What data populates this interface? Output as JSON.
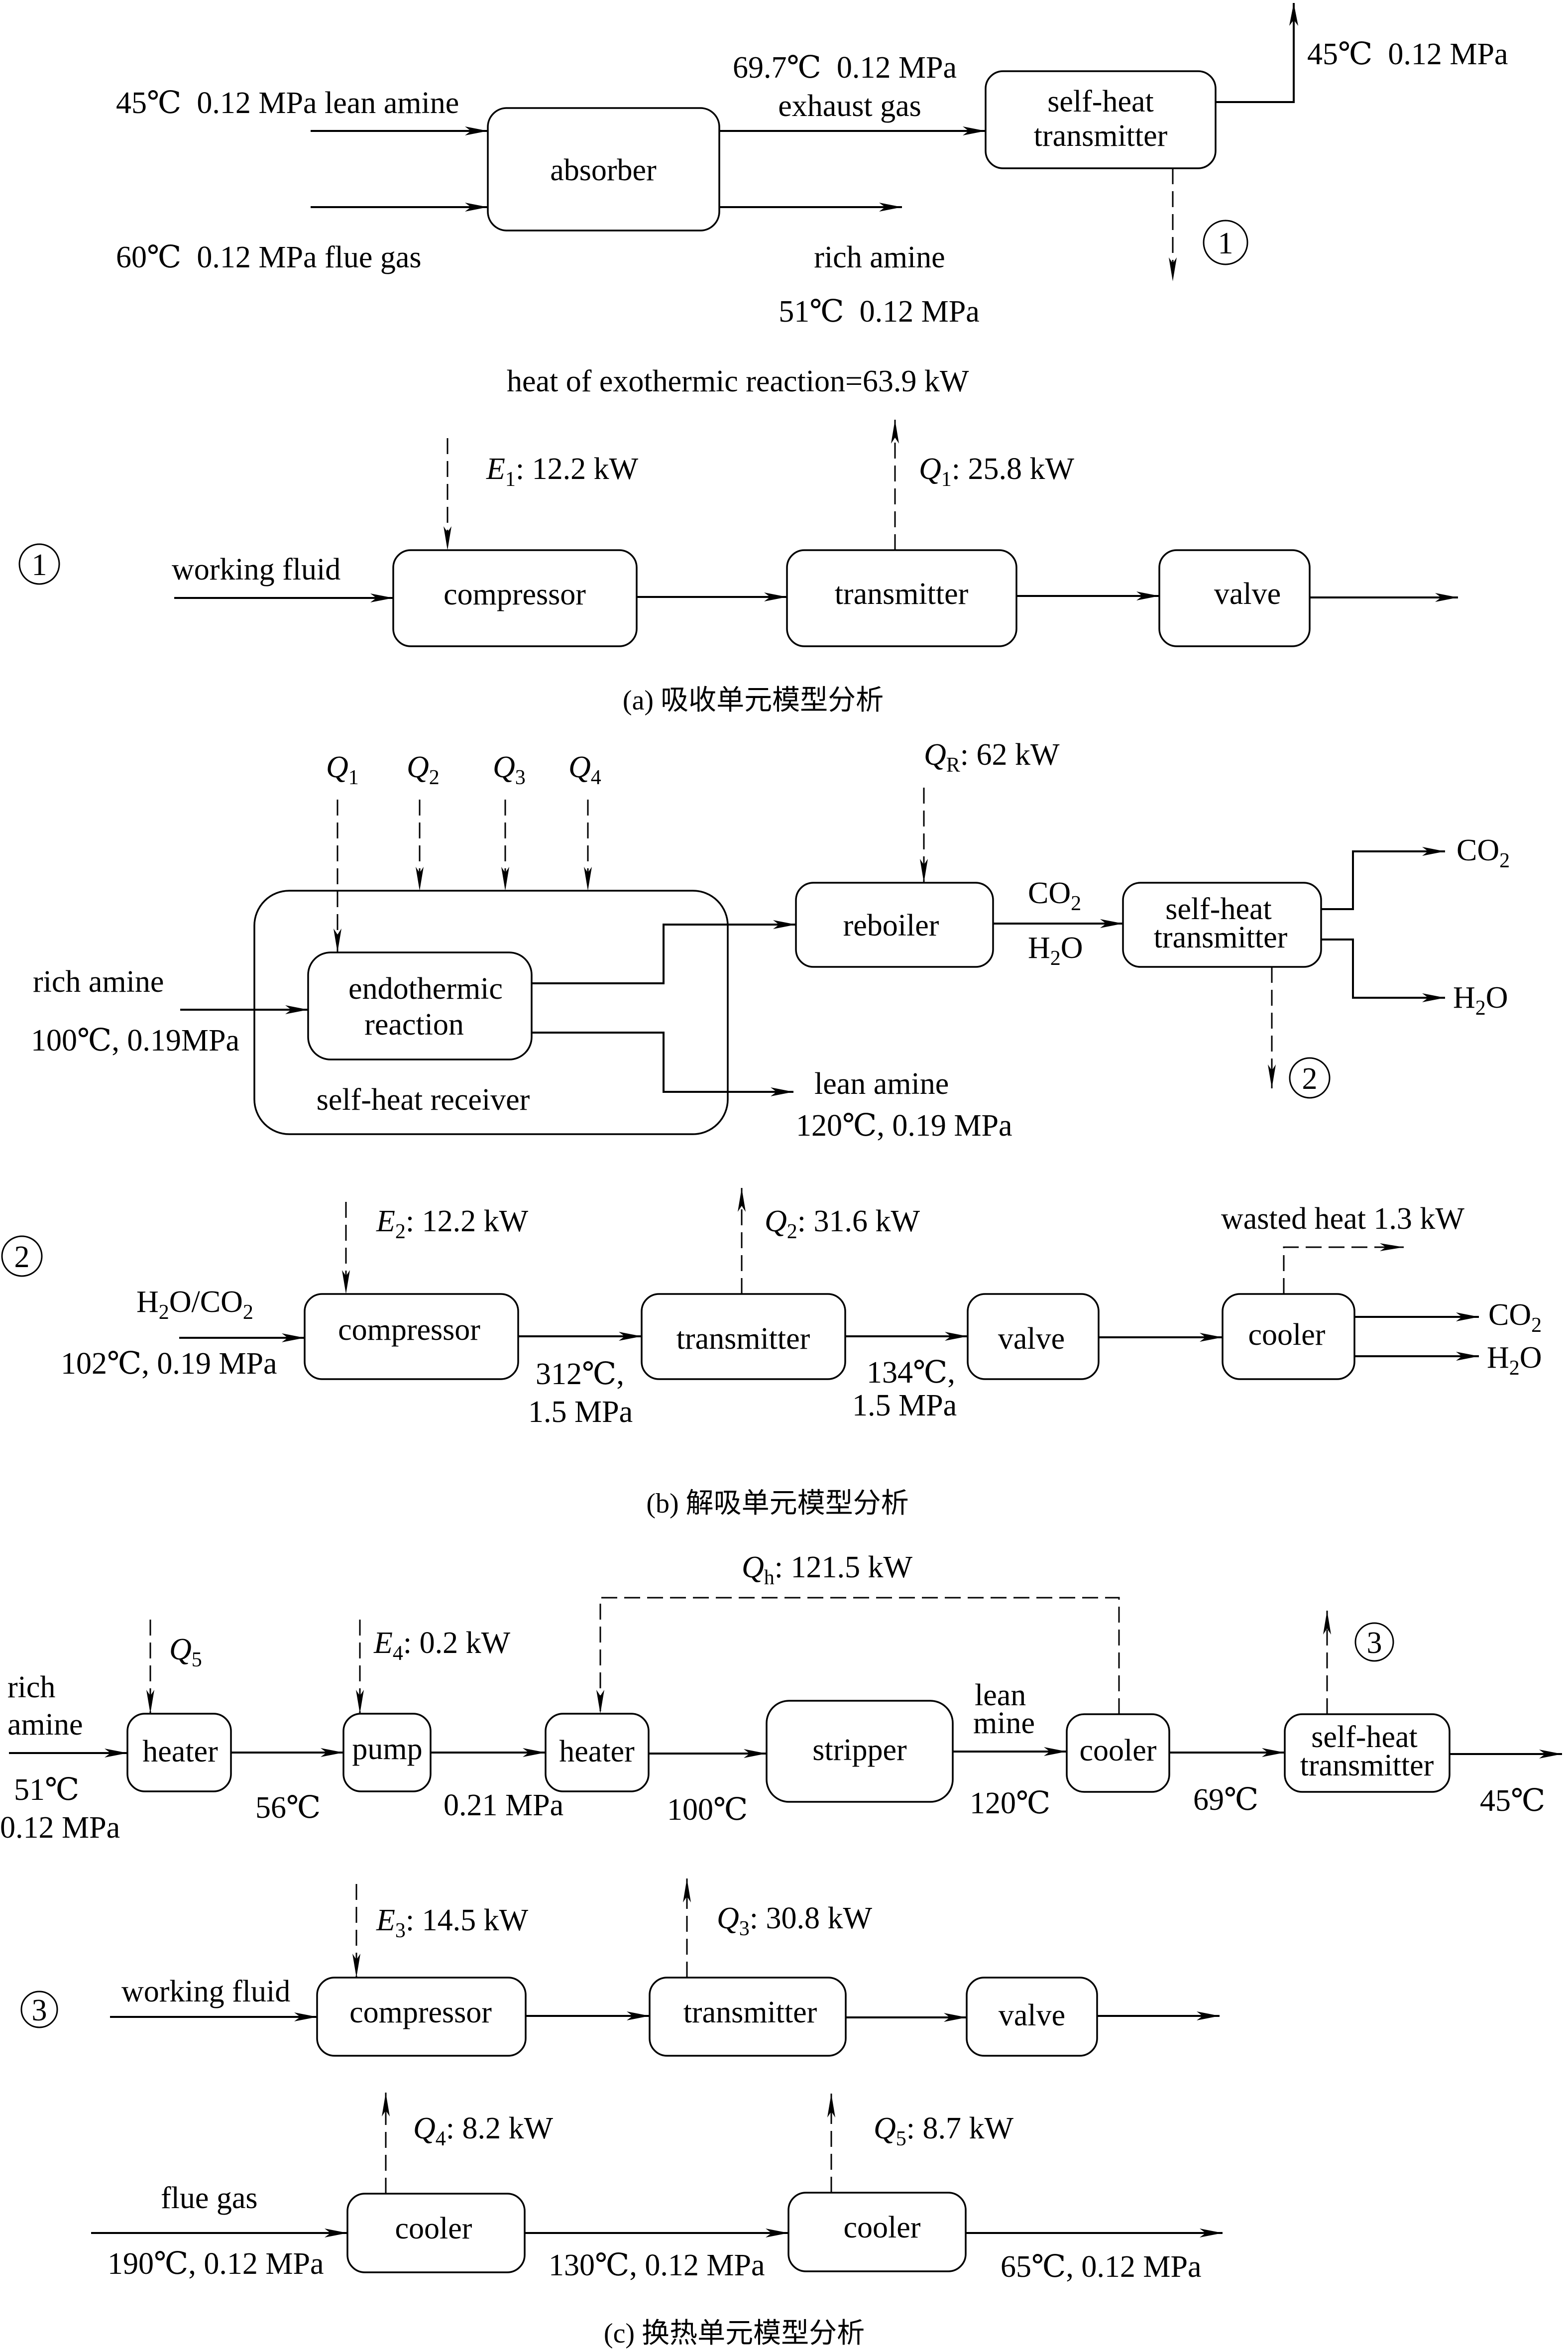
{
  "captions": {
    "a": "(a) 吸收单元模型分析",
    "b": "(b) 解吸单元模型分析",
    "c": "(c) 换热单元模型分析"
  },
  "a": {
    "lean_amine_in": "45℃  0.12 MPa lean amine",
    "flue_gas_in": "60℃  0.12 MPa flue gas",
    "absorber": "absorber",
    "exhaust_conditions": "69.7℃  0.12 MPa",
    "exhaust_label": "exhaust gas",
    "sht_line1": "self-heat",
    "sht_line2": "transmitter",
    "sht_out_conditions": "45℃  0.12 MPa",
    "rich_amine_label": "rich amine",
    "rich_amine_conditions": "51℃  0.12 MPa",
    "link_marker": "1",
    "reaction_heat": "heat of exothermic reaction=63.9 kW",
    "cycle": {
      "marker": "1",
      "inlet": "working fluid",
      "E1": {
        "sym": "E",
        "sub": "1",
        "value": ": 12.2 kW"
      },
      "Q1": {
        "sym": "Q",
        "sub": "1",
        "value": ": 25.8 kW"
      },
      "compressor": "compressor",
      "transmitter": "transmitter",
      "valve": "valve"
    }
  },
  "b": {
    "heat_inputs": [
      {
        "sym": "Q",
        "sub": "1"
      },
      {
        "sym": "Q",
        "sub": "2"
      },
      {
        "sym": "Q",
        "sub": "3"
      },
      {
        "sym": "Q",
        "sub": "4"
      }
    ],
    "rich_amine_label": "rich amine",
    "rich_amine_conditions": "100℃, 0.19MPa",
    "endo_line1": "endothermic",
    "endo_line2": "reaction",
    "receiver_label": "self-heat receiver",
    "QR": {
      "sym": "Q",
      "sub": "R",
      "value": ": 62 kW"
    },
    "reboiler": "reboiler",
    "vapor_top": {
      "main": "CO",
      "sub": "2"
    },
    "vapor_bottom": {
      "main": "H",
      "sub": "2",
      "tail": "O"
    },
    "sht_line1": "self-heat",
    "sht_line2": "transmitter",
    "out_co2": {
      "main": "CO",
      "sub": "2"
    },
    "out_h2o": {
      "main": "H",
      "sub": "2",
      "tail": "O"
    },
    "link_marker": "2",
    "lean_amine_label": "lean amine",
    "lean_amine_conditions": "120℃, 0.19 MPa",
    "cycle": {
      "marker": "2",
      "inlet_species": {
        "p1": "H",
        "s1": "2",
        "p2": "O/CO",
        "s2": "2"
      },
      "inlet_conditions": "102℃, 0.19 MPa",
      "E2": {
        "sym": "E",
        "sub": "2",
        "value": ": 12.2 kW"
      },
      "compressor": "compressor",
      "after_compressor": [
        "312℃,",
        "1.5 MPa"
      ],
      "transmitter": "transmitter",
      "Q2": {
        "sym": "Q",
        "sub": "2",
        "value": ": 31.6 kW"
      },
      "after_transmitter": [
        "134℃,",
        "1.5 MPa"
      ],
      "valve": "valve",
      "cooler": "cooler",
      "wasted_heat": "wasted heat 1.3 kW",
      "out_co2": {
        "main": "CO",
        "sub": "2"
      },
      "out_h2o": {
        "main": "H",
        "sub": "2",
        "tail": "O"
      }
    }
  },
  "c": {
    "Qh": {
      "sym": "Q",
      "sub": "h",
      "value": ": 121.5 kW"
    },
    "Q5_in": {
      "sym": "Q",
      "sub": "5"
    },
    "E4": {
      "sym": "E",
      "sub": "4",
      "value": ": 0.2 kW"
    },
    "inlet_label": [
      "rich",
      "amine"
    ],
    "inlet_conditions": [
      "51℃",
      "0.12 MPa"
    ],
    "heater1": "heater",
    "t_after_heater1": "56℃",
    "pump": "pump",
    "p_after_pump": "0.21 MPa",
    "heater2": "heater",
    "t_after_heater2": "100℃",
    "stripper": "stripper",
    "stripper_out_label": [
      "lean",
      "mine"
    ],
    "t_after_stripper": "120℃",
    "cooler": "cooler",
    "t_after_cooler": "69℃",
    "sht_line1": "self-heat",
    "sht_line2": "transmitter",
    "t_out": "45℃",
    "link_marker": "3",
    "cycle": {
      "marker": "3",
      "inlet": "working fluid",
      "E3": {
        "sym": "E",
        "sub": "3",
        "value": ": 14.5 kW"
      },
      "compressor": "compressor",
      "transmitter": "transmitter",
      "Q3": {
        "sym": "Q",
        "sub": "3",
        "value": ": 30.8 kW"
      },
      "valve": "valve"
    },
    "flue_gas": {
      "label": "flue gas",
      "inlet_conditions": "190℃, 0.12 MPa",
      "cooler1": "cooler",
      "Q4": {
        "sym": "Q",
        "sub": "4",
        "value": ": 8.2 kW"
      },
      "mid_conditions": "130℃, 0.12 MPa",
      "cooler2": "cooler",
      "Q5": {
        "sym": "Q",
        "sub": "5",
        "value": ": 8.7 kW"
      },
      "outlet_conditions": "65℃, 0.12 MPa"
    }
  }
}
